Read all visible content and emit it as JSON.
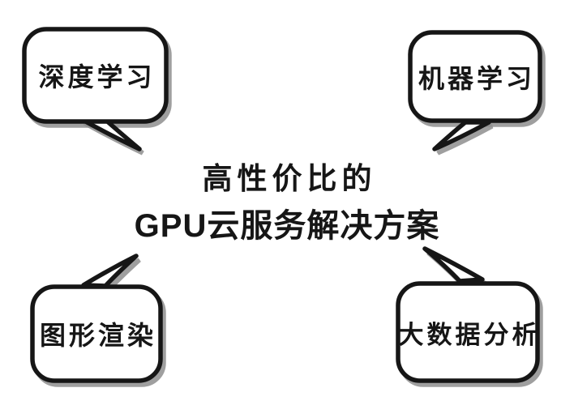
{
  "title": {
    "line1": "高性价比的",
    "line2": "GPU云服务解决方案"
  },
  "bubbles": {
    "top_left": {
      "label": "深度学习"
    },
    "top_right": {
      "label": "机器学习"
    },
    "bottom_left": {
      "label": "图形渲染"
    },
    "bottom_right": {
      "label": "大数据分析"
    }
  },
  "colors": {
    "background": "#ffffff",
    "bubble_fill": "#ffffff",
    "outline": "#161616",
    "shadow": "#8f8f8f",
    "text": "#161616"
  }
}
